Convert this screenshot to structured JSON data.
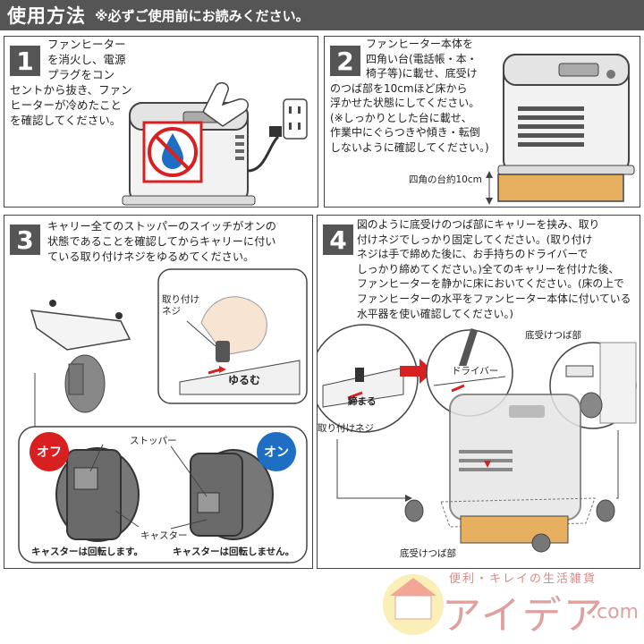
{
  "header": {
    "title": "使用方法",
    "subtitle": "※必ずご使用前にお読みください。"
  },
  "steps": [
    {
      "number": "1",
      "lines": [
        "ファンヒーター",
        "を消火し、電源",
        "プラグをコン",
        "セントから抜き、ファン",
        "ヒーターが冷めたこと",
        "を確認してください。"
      ]
    },
    {
      "number": "2",
      "lines": [
        "ファンヒーター本体を",
        "四角い台(電話帳・本・",
        "椅子等)に載せ、底受け",
        "のつば部を10cmほど床から",
        "浮かせた状態にしてください。",
        "(※しっかりとした台に載せ、",
        "作業中にぐらつきや傾き・転倒",
        "しないように確認してください。)"
      ],
      "stand_label": "四角の台約10cm"
    },
    {
      "number": "3",
      "lines": [
        "キャリー全てのストッパーのスイッチがオンの",
        "状態であることを確認してからキャリーに付い",
        "ている取り付けネジをゆるめてください。"
      ],
      "screw_label": [
        "取り付け",
        "ネジ"
      ],
      "loosen_label": "ゆるむ",
      "stopper_label": "ストッパー",
      "caster_label": "キャスター",
      "off_badge": "オフ",
      "on_badge": "オン",
      "off_caption": "キャスターは回転します。",
      "on_caption": "キャスターは回転しません。"
    },
    {
      "number": "4",
      "lines": [
        "図のように底受けのつば部にキャリーを挟み、取り",
        "付けネジでしっかり固定してください。(取り付け",
        "ネジは手で締めた後に、お手持ちのドライバーで",
        "しっかり締めてください。)全てのキャリーを付けた後、",
        "ファンヒーターを静かに床においてください。(床の上で",
        "ファンヒーターの水平をファンヒーター本体に付いている",
        "水平器を使い確認してください。)"
      ],
      "tighten_label": "締まる",
      "screw_label": "取り付けネジ",
      "driver_label": "ドライバー",
      "flange_label_top": "底受けつば部",
      "flange_label_bottom": "底受けつば部"
    }
  ],
  "logo": {
    "tagline": "便利・キレイの生活雑貨",
    "name": "アイデア",
    "domain": ".com"
  },
  "colors": {
    "header_bg": "#555555",
    "red": "#d82020",
    "blue": "#1e6fc4",
    "gray": "#777777",
    "stand": "#e6b060"
  }
}
